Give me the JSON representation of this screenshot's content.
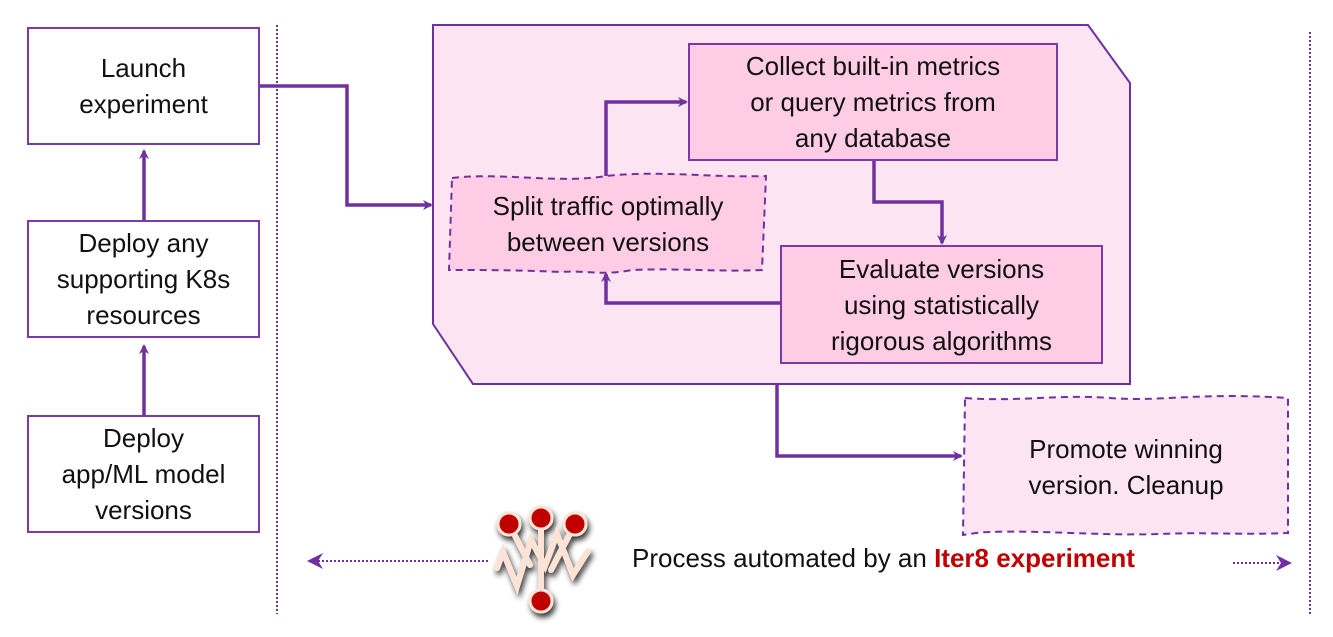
{
  "colors": {
    "line": "#7030a0",
    "container_fill": "#fde4f2",
    "box_fill": "#ffcce6",
    "highlight_text": "#c00000",
    "logo_red": "#c00000"
  },
  "left_column": {
    "launch": "Launch\nexperiment",
    "deploy_resources": "Deploy any\nsupporting K8s\nresources",
    "deploy_versions": "Deploy\napp/ML model\nversions"
  },
  "loop": {
    "split": "Split traffic optimally\nbetween  versions",
    "collect": "Collect built-in metrics\nor query metrics from\nany database",
    "evaluate": "Evaluate versions\nusing statistically\nrigorous algorithms"
  },
  "promote": "Promote winning\nversion. Cleanup",
  "footer": {
    "prefix": "Process automated by an ",
    "highlight": "Iter8 experiment"
  },
  "icons": {
    "logo": "iter8-logo-icon"
  }
}
